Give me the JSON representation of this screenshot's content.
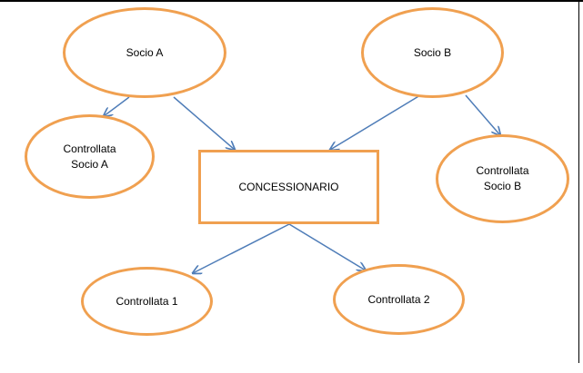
{
  "diagram": {
    "nodes": {
      "socio_a": {
        "label": "Socio A"
      },
      "socio_b": {
        "label": "Socio B"
      },
      "controllata_socio_a": {
        "label": "Controllata\nSocio A"
      },
      "controllata_socio_b": {
        "label": "Controllata\nSocio B"
      },
      "concessionario": {
        "label": "CONCESSIONARIO"
      },
      "controllata_1": {
        "label": "Controllata 1"
      },
      "controllata_2": {
        "label": "Controllata 2"
      }
    },
    "edges": [
      {
        "from": "socio_a",
        "to": "controllata_socio_a"
      },
      {
        "from": "socio_a",
        "to": "concessionario"
      },
      {
        "from": "socio_b",
        "to": "concessionario"
      },
      {
        "from": "socio_b",
        "to": "controllata_socio_b"
      },
      {
        "from": "concessionario",
        "to": "controllata_1"
      },
      {
        "from": "concessionario",
        "to": "controllata_2"
      }
    ],
    "colors": {
      "node_border": "#f0a050",
      "edge": "#4f7db8",
      "text": "#000000"
    }
  }
}
